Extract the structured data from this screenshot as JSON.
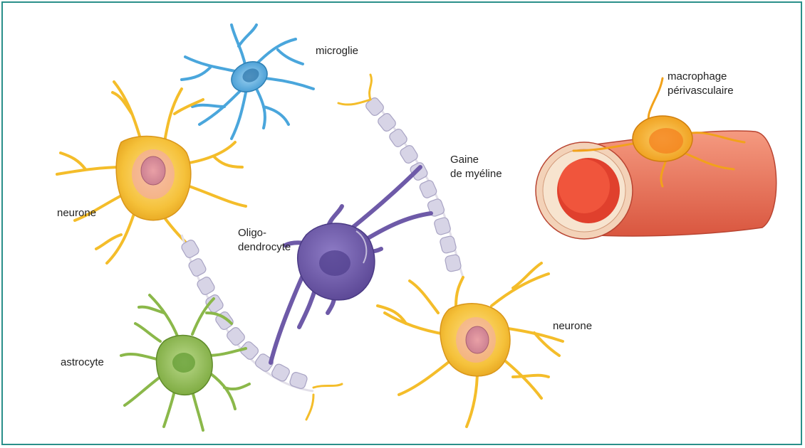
{
  "labels": {
    "microglie": "microglie",
    "neurone_left": "neurone",
    "neurone_right": "neurone",
    "oligo_line1": "Oligo-",
    "oligo_line2": "dendrocyte",
    "myelin_line1": "Gaine",
    "myelin_line2": "de myéline",
    "macrophage_line1": "macrophage",
    "macrophage_line2": "périvasculaire",
    "astrocyte": "astrocyte"
  },
  "colors": {
    "frame": "#2a8f8a",
    "microglia": "#4aa6dc",
    "neuron": "#f4bd2a",
    "oligodendrocyte": "#6e5aa8",
    "myelin": "#c9c6da",
    "astrocyte": "#8bb84a",
    "vessel": "#e8715a",
    "macrophage": "#f2a21a"
  }
}
